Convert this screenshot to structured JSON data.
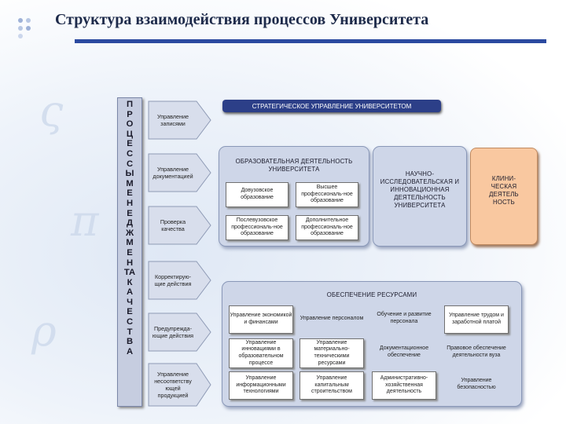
{
  "title": "Структура взаимодействия процессов Университета",
  "vertical_word": "П\nР\nО\nЦ\nЕ\nС\nС\nЫ\nМ\nЕ\nН\nЕ\nД\nЖ\nМ\nЕ\nН\nТА\nК\nА\nЧ\nЕ\nС\nТ\nВ\nА",
  "steps": [
    "Управление записями",
    "Управление документацией",
    "Проверка качества",
    "Корректирую-щие действия",
    "Предупрежда-ющие действия",
    "Управление несоответству ющей продукцией"
  ],
  "strategic": "СТРАТЕГИЧЕСКОЕ УПРАВЛЕНИЕ УНИВЕРСИТЕТОМ",
  "education": {
    "label": "ОБРАЗОВАТЕЛЬНАЯ ДЕЯТЕЛЬНОСТЬ УНИВЕРСИТЕТА",
    "cells": [
      "Довузовское образование",
      "Высшее профессиональ-ное образование",
      "Послевузовское профессиональ-ное образование",
      "Дополнительное профессиональ-ное образование"
    ]
  },
  "research": "НАУЧНО-ИССЛЕДОВАТЕЛЬСКАЯ И ИННОВАЦИОННАЯ ДЕЯТЕЛЬНОСТЬ УНИВЕРСИТЕТА",
  "clinical": "КЛИНИ-ЧЕСКАЯ ДЕЯТЕЛЬ НОСТЬ",
  "resources": {
    "label": "ОБЕСПЕЧЕНИЕ РЕСУРСАМИ",
    "items": [
      "Управление экономикой и финансами",
      "Управление персоналом",
      "Обучение и развитие персонала",
      "Управление трудом и заработной платой",
      "Управление инновациями в образовательном процессе",
      "Управление материально-техническими ресурсами",
      "Документационное обеспечение",
      "Правовое обеспечение деятельности вуза",
      "Управление информационными технологиями",
      "Управление капитальным строительством",
      "Административно-хозяйственная деятельность",
      "Управление безопасностью"
    ]
  },
  "colors": {
    "title": "#1d2a4a",
    "accent_line": "#2b4aa0",
    "dark_box": "#2c3f88",
    "frame": "#ced6e8",
    "clinical": "#f9c8a0"
  }
}
